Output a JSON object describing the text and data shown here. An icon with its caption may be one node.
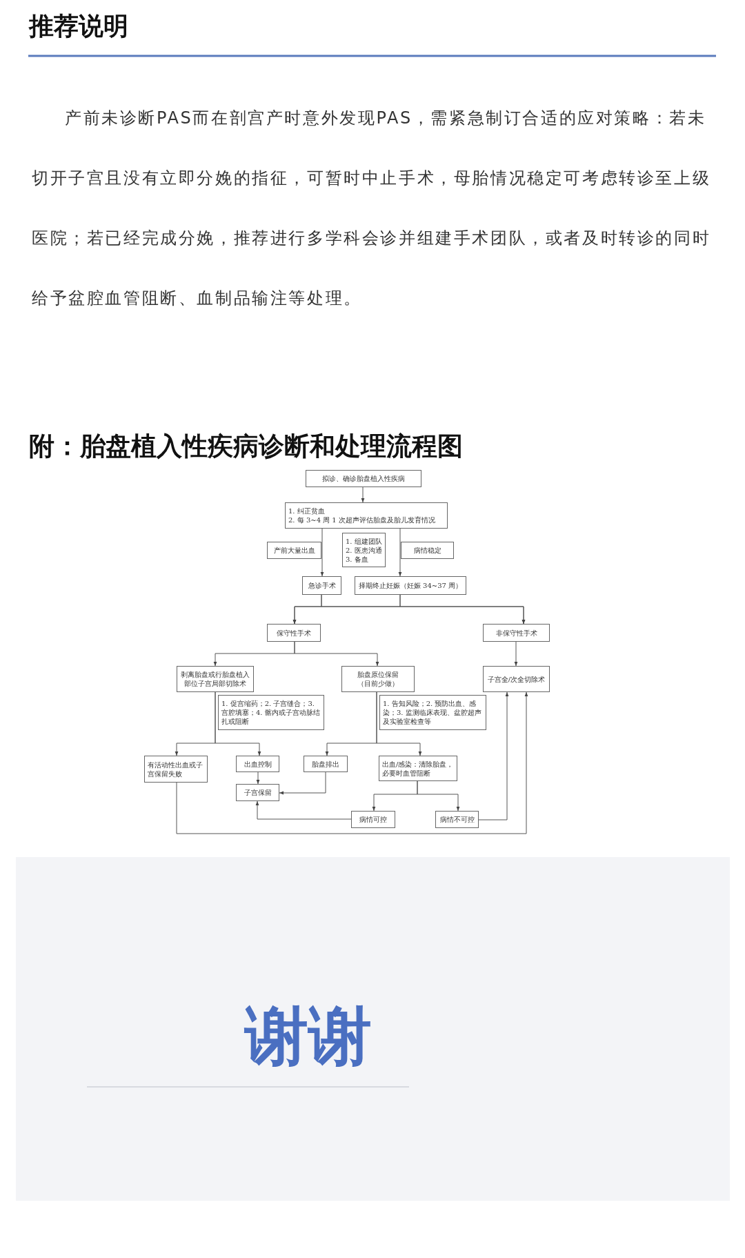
{
  "diagram": {
    "title": "推荐说明",
    "nodes": [
      {
        "text": [
          "拟诊、确诊胎盘植入性疾病"
        ]
      },
      {
        "text": [
          "1. 纠正贫血",
          "2. 每 3~4 周 1 次超声评估胎盘及胎儿发育情况"
        ]
      },
      {
        "text": [
          "产前大量出血"
        ]
      },
      {
        "text": [
          "1. 组建团队",
          "2. 医患沟通",
          "3. 备血"
        ]
      },
      {
        "text": [
          "病情稳定"
        ]
      },
      {
        "text": [
          "急诊手术"
        ]
      },
      {
        "text": [
          "择期终止妊娠（妊娠 34~37 周）"
        ]
      },
      {
        "text": [
          "保守性手术"
        ]
      },
      {
        "text": [
          "非保守性手术"
        ]
      },
      {
        "text": [
          "剥离胎盘或行胎盘植入部位子宫局部切除术"
        ]
      },
      {
        "text": [
          "胎盘原位保留",
          "（目前少做）"
        ]
      },
      {
        "text": [
          "子宫全/次全切除术"
        ]
      },
      {
        "text": [
          "1. 促宫缩药；2. 子宫缝合；3. 宫腔填塞；4. 髂内或子宫动脉结扎或阻断"
        ]
      },
      {
        "text": [
          "1. 告知风险；2. 预防出血、感染；3. 监测临床表现、盆腔超声及实验室检查等"
        ]
      },
      {
        "text": [
          "有活动性出血或子宫保留失败"
        ]
      },
      {
        "text": [
          "出血控制"
        ]
      },
      {
        "text": [
          "胎盘排出"
        ]
      },
      {
        "text": [
          "出血/感染：清除胎盘，必要时血管阻断"
        ]
      },
      {
        "text": [
          "子宫保留"
        ]
      },
      {
        "text": [
          "病情可控"
        ]
      },
      {
        "text": [
          "病情不可控"
        ]
      }
    ],
    "edges": [
      {
        "from": 0,
        "to": 1,
        "arrow": "to"
      },
      {
        "from": 1,
        "to": 5,
        "arrow": "to"
      },
      {
        "from": 1,
        "to": 6,
        "arrow": "to"
      },
      {
        "from": 5,
        "to": 7,
        "arrow": "to"
      },
      {
        "from": 5,
        "to": 8,
        "arrow": "to"
      },
      {
        "from": 6,
        "to": 7,
        "arrow": "to"
      },
      {
        "from": 6,
        "to": 8,
        "arrow": "to"
      },
      {
        "from": 7,
        "to": 9,
        "arrow": "to"
      },
      {
        "from": 7,
        "to": 10,
        "arrow": "to"
      },
      {
        "from": 8,
        "to": 11,
        "arrow": "to"
      },
      {
        "from": 9,
        "to": 14,
        "arrow": "to"
      },
      {
        "from": 9,
        "to": 15,
        "arrow": "to"
      },
      {
        "from": 10,
        "to": 16,
        "arrow": "to"
      },
      {
        "from": 10,
        "to": 17,
        "arrow": "to"
      },
      {
        "from": 15,
        "to": 18,
        "arrow": "to"
      },
      {
        "from": 16,
        "to": 18,
        "arrow": "to"
      },
      {
        "from": 17,
        "to": 19,
        "arrow": "to"
      },
      {
        "from": 17,
        "to": 20,
        "arrow": "to"
      },
      {
        "from": 19,
        "to": 18,
        "arrow": "to"
      },
      {
        "from": 20,
        "to": 11,
        "arrow": "to"
      },
      {
        "from": 14,
        "to": 11,
        "arrow": "to"
      }
    ],
    "labels": [
      "产前未诊断PAS而在剖宫产时意外发现PAS，需紧急制订合适的应对策略：若未切开子宫且没有立即分娩的指征，可暂时中止手术，母胎情况稳定可考虑转诊至上级医院；若已经完成分娩，推荐进行多学科会诊并组建手术团队，或者及时转诊的同时给予盆腔血管阻断、血制品输注等处理。",
      "附：胎盘植入性疾病诊断和处理流程图",
      "谢谢"
    ]
  }
}
